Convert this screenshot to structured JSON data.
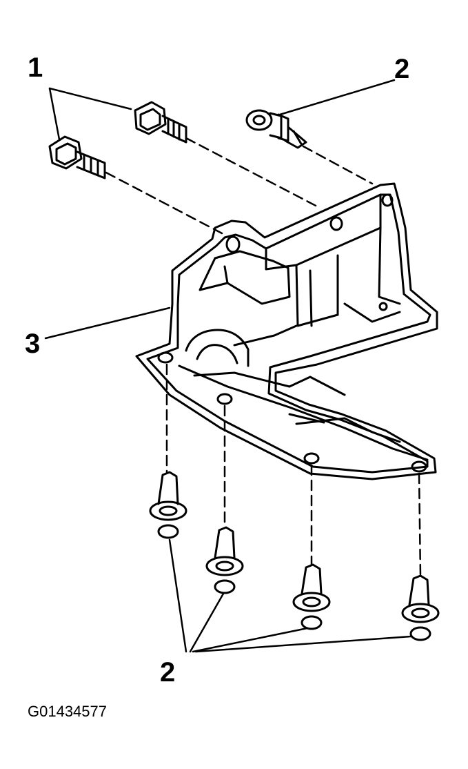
{
  "diagram": {
    "callouts": {
      "bolt": "1",
      "fastener_top": "2",
      "shield": "3",
      "fastener_bottom": "2"
    },
    "figure_id": "G01434577"
  },
  "colors": {
    "line": "#000000",
    "background": "#ffffff"
  }
}
